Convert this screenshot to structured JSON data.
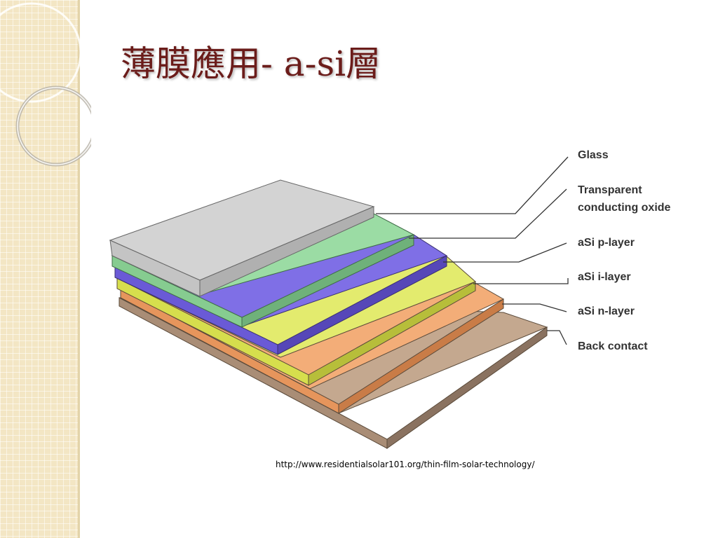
{
  "slide": {
    "title": "薄膜應用- a-si層",
    "source_url": "http://www.residentialsolar101.org/thin-film-solar-technology/"
  },
  "diagram": {
    "layers": [
      {
        "name": "glass",
        "label": [
          "Glass"
        ],
        "color": "#d3d3d3"
      },
      {
        "name": "tco",
        "label": [
          "Transparent",
          "conducting oxide"
        ],
        "color": "#9bdca4"
      },
      {
        "name": "p-layer",
        "label": [
          "aSi p-layer"
        ],
        "color": "#7f6fe6"
      },
      {
        "name": "i-layer",
        "label": [
          "aSi i-layer"
        ],
        "color": "#e3eb6e"
      },
      {
        "name": "n-layer",
        "label": [
          "aSi n-layer"
        ],
        "color": "#f3ad78"
      },
      {
        "name": "back-contact",
        "label": [
          "Back contact"
        ],
        "color": "#c4a88f"
      }
    ]
  },
  "theme": {
    "title_color": "#6b1c1a",
    "side_strip_color": "#f3e6c4"
  }
}
